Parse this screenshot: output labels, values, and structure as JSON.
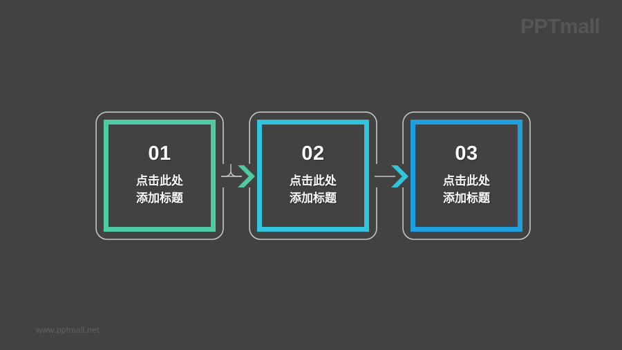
{
  "slide": {
    "background_color": "#424242",
    "brand_logo": "PPTmall",
    "footer_url": "www.pptmall.net"
  },
  "diagram": {
    "type": "3-step-process",
    "outline_color": "#c8c8c8",
    "steps": [
      {
        "number": "01",
        "title": "点击此处\n添加标题",
        "accent_color": "#4ecba4",
        "name": "step-one"
      },
      {
        "number": "02",
        "title": "点击此处\n添加标题",
        "accent_color": "#31c5dd",
        "name": "step-two"
      },
      {
        "number": "03",
        "title": "点击此处\n添加标题",
        "accent_color": "#1d9fe0",
        "name": "step-three"
      }
    ],
    "connectors": [
      {
        "icon": "chevron-right-arrow",
        "color": "#4ecba4"
      },
      {
        "icon": "chevron-right-arrow",
        "color": "#31c5dd"
      }
    ]
  }
}
